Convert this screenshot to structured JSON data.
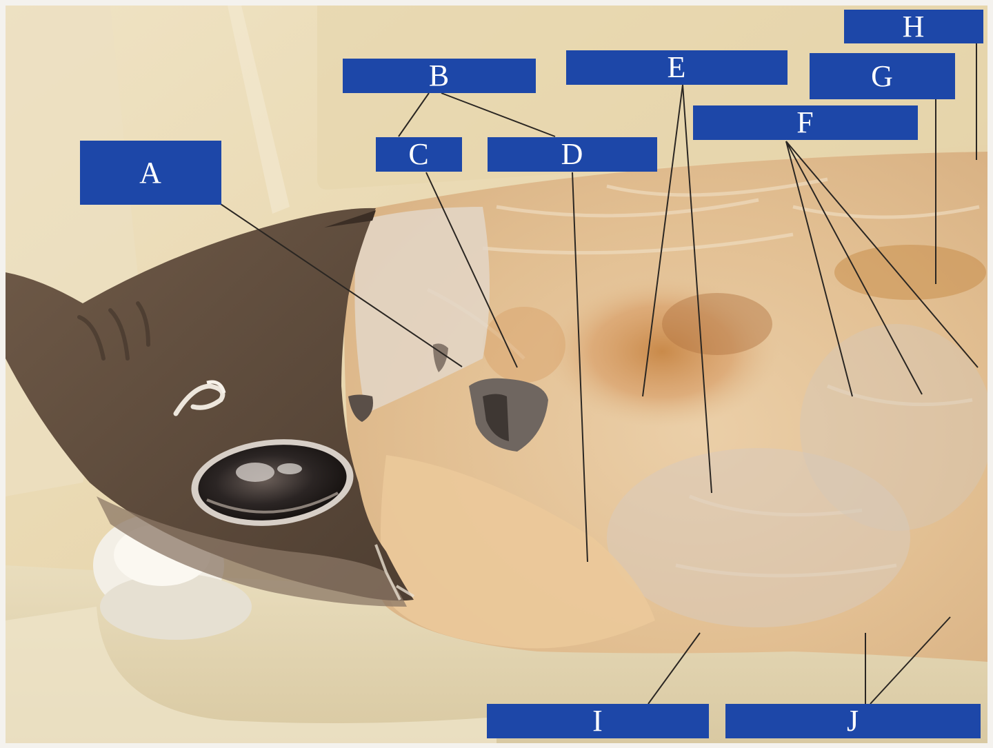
{
  "labels": {
    "a": "A",
    "b": "B",
    "c": "C",
    "d": "D",
    "e": "E",
    "f": "F",
    "g": "G",
    "h": "H",
    "i": "I",
    "j": "J"
  },
  "colors": {
    "label_fill": "#1d47a8",
    "label_text": "#ffffff",
    "leader_line": "#2a2622"
  }
}
